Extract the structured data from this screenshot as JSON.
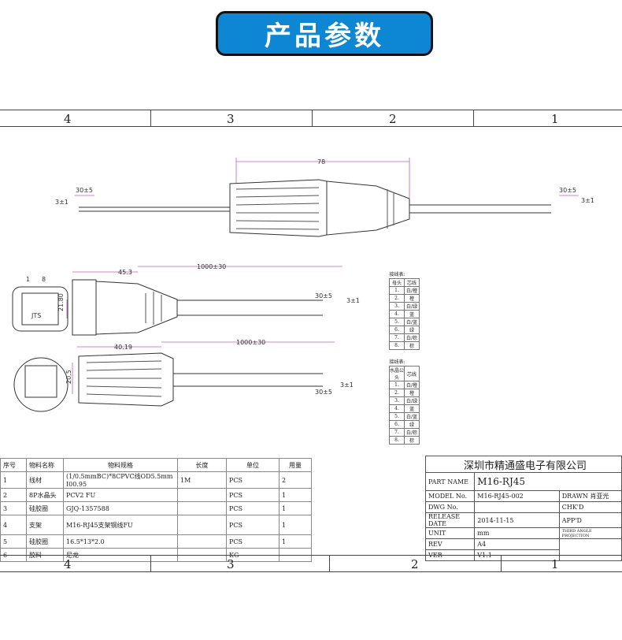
{
  "header": {
    "title": "产品参数"
  },
  "zones_top": [
    "4",
    "3",
    "2",
    "1"
  ],
  "zones_bottom": [
    "4",
    "3",
    "2",
    "1"
  ],
  "dims": {
    "top_len": "78",
    "strip": "30±5",
    "tin": "3±1",
    "side_len": "45.3",
    "cable_len": "1000±30",
    "side_dia": "21.80",
    "front_len": "40.19",
    "front_dia": "20.5",
    "pin_label_left": "1",
    "pin_label_right": "8",
    "logo": "JTS"
  },
  "pin_table_a": {
    "caption": "接线表:",
    "head": [
      "母头",
      "芯线"
    ],
    "rows": [
      [
        "1.",
        "白/橙"
      ],
      [
        "2.",
        "橙"
      ],
      [
        "3.",
        "白/绿"
      ],
      [
        "4.",
        "蓝"
      ],
      [
        "5.",
        "白/蓝"
      ],
      [
        "6.",
        "绿"
      ],
      [
        "7.",
        "白/棕"
      ],
      [
        "8.",
        "棕"
      ]
    ]
  },
  "pin_table_b": {
    "caption": "接线表:",
    "head": [
      "水晶公头",
      "芯线"
    ],
    "rows": [
      [
        "1.",
        "白/橙"
      ],
      [
        "2.",
        "橙"
      ],
      [
        "3.",
        "白/绿"
      ],
      [
        "4.",
        "蓝"
      ],
      [
        "5.",
        "白/蓝"
      ],
      [
        "6.",
        "绿"
      ],
      [
        "7.",
        "白/棕"
      ],
      [
        "8.",
        "棕"
      ]
    ]
  },
  "bom": {
    "headers": [
      "序号",
      "物料名称",
      "物料规格",
      "长度",
      "单位",
      "用量"
    ],
    "rows": [
      [
        "1",
        "线材",
        "(1/0.5mmBC)*8CPVC线OD5.5mm I00.95",
        "1M",
        "PCS",
        "2"
      ],
      [
        "2",
        "8P水晶头",
        "PCV2 FU",
        "",
        "PCS",
        "1"
      ],
      [
        "3",
        "硅胶圈",
        "GJQ-1357588",
        "",
        "PCS",
        "1"
      ],
      [
        "4",
        "支架",
        "M16-RJ45支架铜线FU",
        "",
        "PCS",
        "1"
      ],
      [
        "5",
        "硅胶圈",
        "16.5*13*2.0",
        "",
        "PCS",
        "1"
      ],
      [
        "6",
        "胶料",
        "尼龙",
        "",
        "KG",
        ""
      ]
    ]
  },
  "title_block": {
    "company": "深圳市精通盛电子有限公司",
    "part_name_label": "PART NAME",
    "part_name": "M16-RJ45",
    "model_label": "MODEL No.",
    "model": "M16-RJ45-002",
    "drawn_label": "DRAWN",
    "drawn": "肖亚光",
    "dwg_label": "DWG No.",
    "chkd_label": "CHK'D",
    "release_label": "RELEASE DATE",
    "release": "2014-11-15",
    "appd_label": "APP'D",
    "unit_label": "UNIT",
    "unit": "mm",
    "projection": "THIRD ANGLE PROJECTION",
    "rev_label": "REV",
    "rev": "A4",
    "ver_label": "VER",
    "ver": "V1.1"
  }
}
